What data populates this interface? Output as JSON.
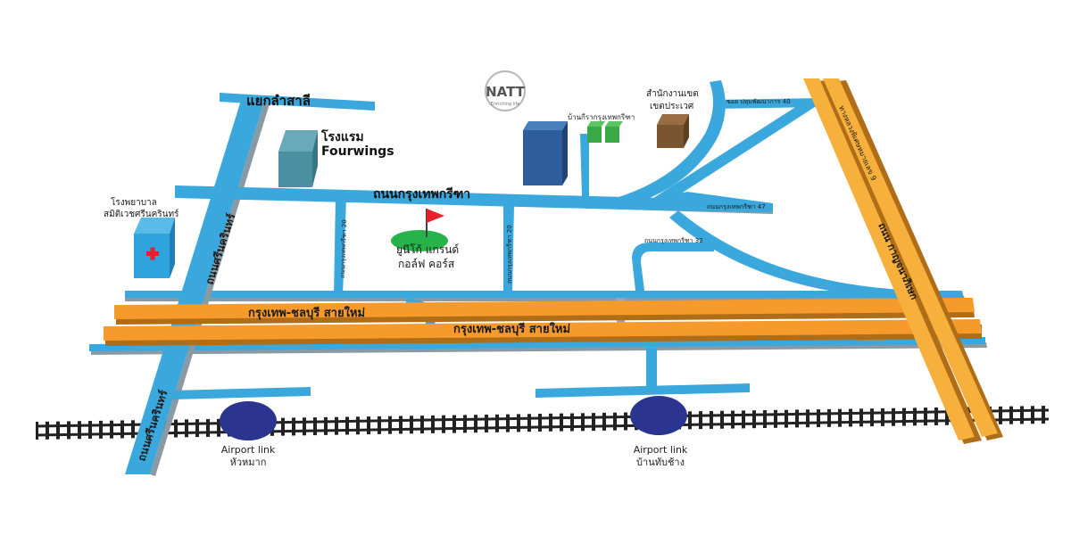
{
  "colors": {
    "road": "#3aa7dd",
    "road_shadow": "#8a9aa4",
    "highway": "#f59a2b",
    "highway_shadow": "#b06d18",
    "expressway": "#f7b03c",
    "rail": "#222222",
    "station": "#2b3590",
    "golf_green": "#27b34a",
    "flag": "#e8202a",
    "hospital": "#2fa3de",
    "hotel": "#4a90a0",
    "natt_building": "#2d5d9a",
    "office_building": "#7b5430",
    "small_blocks": "#3aa845"
  },
  "labels": {
    "yaek_lam_sali": "แยกลำสาลี",
    "hotel_line1": "โรงแรม",
    "hotel_line2": "Fourwings",
    "hospital_line1": "โรงพยาบาล",
    "hospital_line2": "สมิติเวชศรีนครินทร์",
    "srinakarin_road_north": "ถนนศรีนครินทร์",
    "srinakarin_road_south": "ถนนศรีนครินทร์",
    "krungthep_kreetha_road": "ถนนกรุงเทพกรีฑา",
    "kreetha_soi_20_west": "ถนนกรุงเทพกรีฑา 20",
    "kreetha_soi_20_east": "ถนนกรุงเทพกรีฑา 20",
    "kreetha_soi_47": "ถนนกรุงเทพกรีฑา 47",
    "kreetha_soi_32": "ถนนกรุงเทพกรีฑา 32",
    "soi_40": "ซอย ปทุมพัฒนาการ 40",
    "golf_line1": "ยูนีโก้ แกรนด์",
    "golf_line2": "กอล์ฟ คอร์ส",
    "baan_kreetha": "บ้านกีรากรุงเทพกรีฑา",
    "office_line1": "สำนักงานเขต",
    "office_line2": "เขตประเวศ",
    "natt_logo": "NATT",
    "natt_tagline": "Enriching life",
    "motorway_top": "กรุงเทพ-ชลบุรี สายใหม่",
    "motorway_bottom": "กรุงเทพ-ชลบุรี สายใหม่",
    "outer_ring_road": "ถนน กาญจนาภิเษก",
    "expressway_9": "ทางหลวงพิเศษหมายเลข 9",
    "station_west_line1": "Airport link",
    "station_west_line2": "หัวหมาก",
    "station_east_line1": "Airport link",
    "station_east_line2": "บ้านทับช้าง"
  }
}
